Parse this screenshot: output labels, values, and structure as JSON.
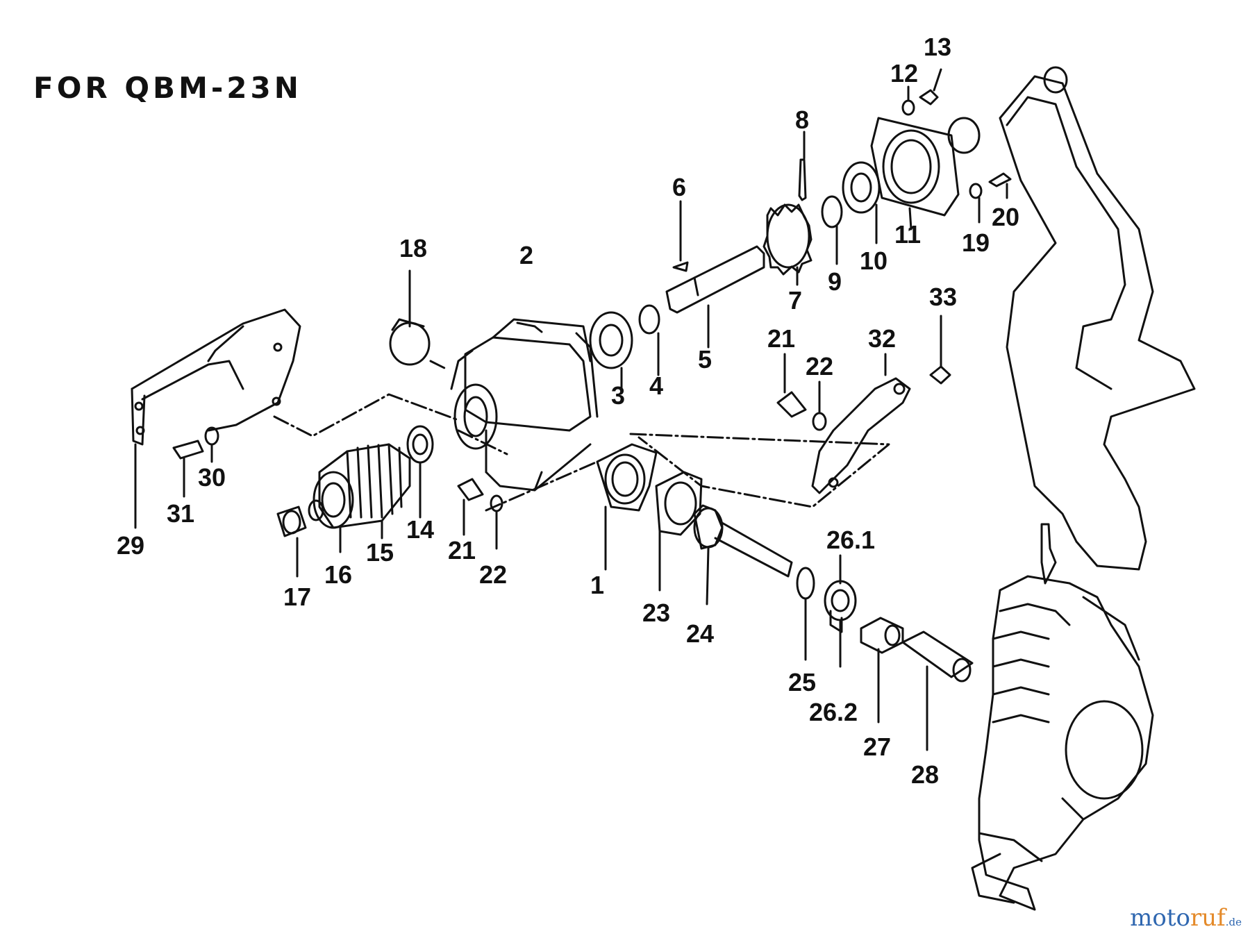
{
  "title": "FOR QBM-23N",
  "watermark": {
    "part1": "moto",
    "part2": "ruf",
    "suffix": ".de"
  },
  "colors": {
    "line": "#111111",
    "background": "#ffffff",
    "wm_blue": "#2f67b0",
    "wm_orange": "#e48a2a"
  },
  "callouts": [
    "1",
    "2",
    "3",
    "4",
    "5",
    "6",
    "7",
    "8",
    "9",
    "10",
    "11",
    "12",
    "13",
    "14",
    "15",
    "16",
    "17",
    "18",
    "19",
    "20",
    "21",
    "22",
    "21",
    "22",
    "23",
    "24",
    "25",
    "26.1",
    "26.2",
    "27",
    "28",
    "29",
    "30",
    "31",
    "32",
    "33"
  ]
}
